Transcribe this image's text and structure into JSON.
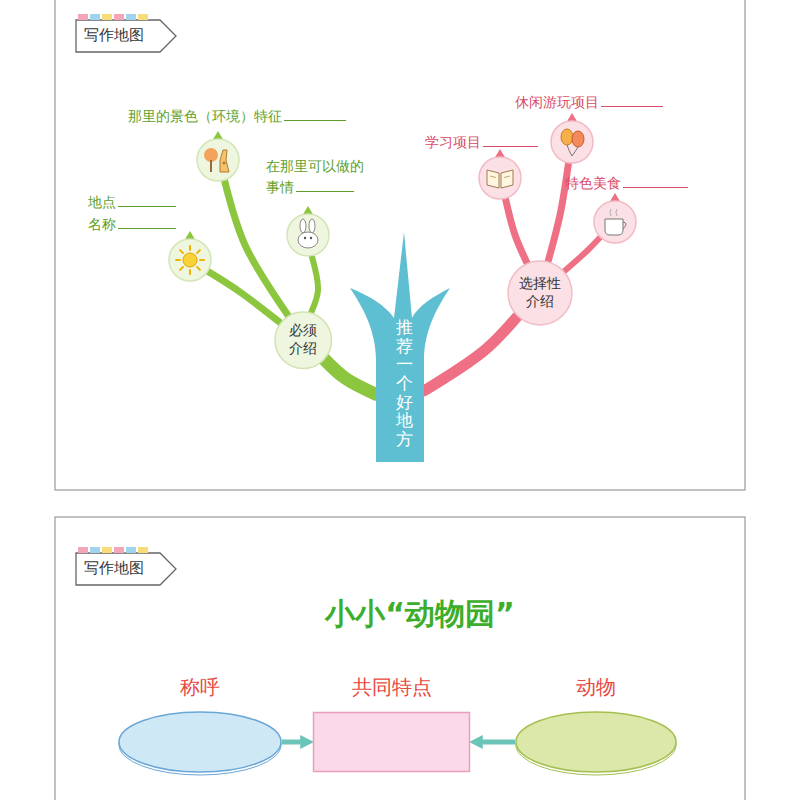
{
  "diagram": {
    "title": "小小“动物园”",
    "nodes": [
      {
        "text": [
          "推荐一个好地方"
        ]
      },
      {
        "text": [
          "必须 介绍"
        ]
      },
      {
        "text": [
          "选择性 介绍"
        ]
      },
      {
        "text": [
          "地点",
          "名称"
        ]
      },
      {
        "text": [
          "那里的景色（环境）特征"
        ]
      },
      {
        "text": [
          "在那里可以做的 事情"
        ]
      },
      {
        "text": [
          "学习项目"
        ]
      },
      {
        "text": [
          "休闲游玩项目"
        ]
      },
      {
        "text": [
          "特色美食"
        ]
      },
      {
        "text": [
          "称呼"
        ]
      },
      {
        "text": [
          "共同特点"
        ]
      },
      {
        "text": [
          "动物"
        ]
      }
    ],
    "edges": [
      {
        "from": 0,
        "to": 1,
        "arrow": "none"
      },
      {
        "from": 0,
        "to": 2,
        "arrow": "none"
      },
      {
        "from": 1,
        "to": 3,
        "arrow": "none"
      },
      {
        "from": 1,
        "to": 4,
        "arrow": "none"
      },
      {
        "from": 1,
        "to": 5,
        "arrow": "none"
      },
      {
        "from": 2,
        "to": 6,
        "arrow": "none"
      },
      {
        "from": 2,
        "to": 7,
        "arrow": "none"
      },
      {
        "from": 2,
        "to": 8,
        "arrow": "none"
      },
      {
        "from": 9,
        "to": 10,
        "arrow": "to"
      },
      {
        "from": 11,
        "to": 10,
        "arrow": "to"
      }
    ],
    "labels": [
      "写作地图",
      "写作地图"
    ]
  }
}
